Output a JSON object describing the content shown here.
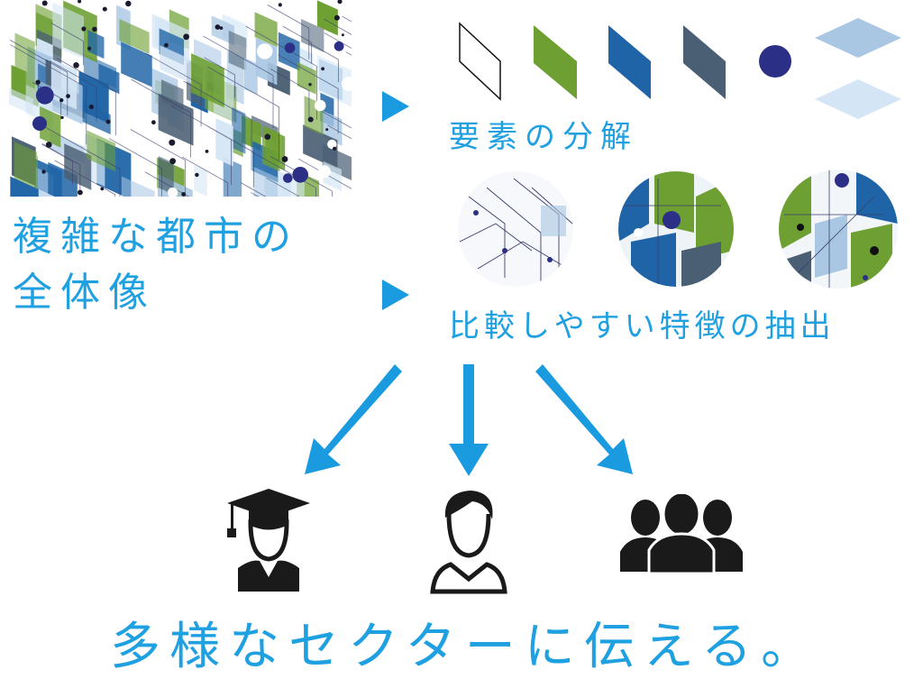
{
  "colors": {
    "accent_blue": "#1a9be0",
    "green": "#6d9f32",
    "dark_blue": "#1f64a6",
    "slate": "#4a5f73",
    "navy": "#2b2f86",
    "light_blue": "#a9c7e3",
    "pale_blue": "#d4e6f5",
    "icon_black": "#1a1a1a"
  },
  "labels": {
    "city_whole_line1": "複雑な都市の",
    "city_whole_line2": "全体像",
    "decomposition": "要素の分解",
    "extraction": "比較しやすい特徴の抽出",
    "slogan": "多様なセクターに伝える。"
  },
  "icons": [
    "graduate-icon",
    "person-icon",
    "group-icon"
  ]
}
